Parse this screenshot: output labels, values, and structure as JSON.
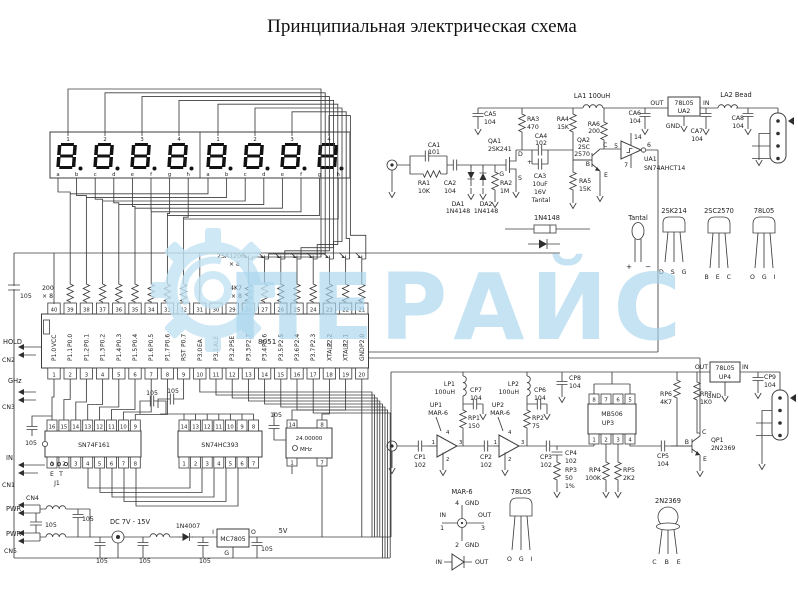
{
  "title": "Принципиальная электрическая схема",
  "watermark": {
    "text": "ПЕРАЙС",
    "color": "#a7d5ec"
  },
  "bypass": "105",
  "display": {
    "mod1_digits": [
      "1",
      "2",
      "3",
      "4"
    ],
    "mod2_digits": [
      "1",
      "2",
      "3",
      "4"
    ],
    "mod1_segs": [
      "a",
      "b",
      "c",
      "d",
      "e",
      "f",
      "g",
      "h"
    ],
    "mod2_segs": [
      "a",
      "b",
      "c",
      "d",
      "e",
      "f",
      "g",
      "h"
    ]
  },
  "driver": {
    "pnp": "2SA1206",
    "pnp_qty": "× 8",
    "rbase": "4K7",
    "rbase_qty": "× 8",
    "rseg": "200",
    "rseg_qty": "× 8"
  },
  "mcu": {
    "name": "8051",
    "top": [
      {
        "n": "40",
        "l": "VCC"
      },
      {
        "n": "39",
        "l": "P0.0"
      },
      {
        "n": "38",
        "l": "P0.1"
      },
      {
        "n": "37",
        "l": "P0.2"
      },
      {
        "n": "36",
        "l": "P0.3"
      },
      {
        "n": "35",
        "l": "P0.4"
      },
      {
        "n": "34",
        "l": "P0.5"
      },
      {
        "n": "33",
        "l": "P0.6"
      },
      {
        "n": "32",
        "l": "P0.7"
      },
      {
        "n": "31",
        "l": "EA"
      },
      {
        "n": "30",
        "l": "ALE"
      },
      {
        "n": "29",
        "l": "PSE"
      },
      {
        "n": "28",
        "l": "P2.7"
      },
      {
        "n": "27",
        "l": "P2.6"
      },
      {
        "n": "26",
        "l": "P2.5"
      },
      {
        "n": "25",
        "l": "P2.4"
      },
      {
        "n": "24",
        "l": "P2.3"
      },
      {
        "n": "23",
        "l": "P2.2"
      },
      {
        "n": "22",
        "l": "P2.1"
      },
      {
        "n": "21",
        "l": "P2.0"
      }
    ],
    "bottom": [
      {
        "n": "1",
        "l": "P1.0"
      },
      {
        "n": "2",
        "l": "P1.1"
      },
      {
        "n": "3",
        "l": "P1.2"
      },
      {
        "n": "4",
        "l": "P1.3"
      },
      {
        "n": "5",
        "l": "P1.4"
      },
      {
        "n": "6",
        "l": "P1.5"
      },
      {
        "n": "7",
        "l": "P1.6"
      },
      {
        "n": "8",
        "l": "P1.7"
      },
      {
        "n": "9",
        "l": "RST"
      },
      {
        "n": "10",
        "l": "P3.0"
      },
      {
        "n": "11",
        "l": "P3.1"
      },
      {
        "n": "12",
        "l": "P3.2"
      },
      {
        "n": "13",
        "l": "P3.3"
      },
      {
        "n": "14",
        "l": "P3.4"
      },
      {
        "n": "15",
        "l": "P3.5"
      },
      {
        "n": "16",
        "l": "P3.6"
      },
      {
        "n": "17",
        "l": "P3.7"
      },
      {
        "n": "18",
        "l": "XTAL2"
      },
      {
        "n": "19",
        "l": "XTAL1"
      },
      {
        "n": "20",
        "l": "GND"
      }
    ]
  },
  "conn": {
    "hold": "HOLD",
    "cn2": "CN2",
    "ghz": "GHz",
    "cn3": "CN3",
    "sig_in": "IN",
    "cn1": "CN1",
    "pwr_a": "PWR",
    "cn4": "CN4",
    "pwr_b": "PWR",
    "cn5": "CN5"
  },
  "ics": {
    "f161": {
      "name": "SN74F161",
      "top": [
        "16",
        "15",
        "14",
        "13",
        "12",
        "11",
        "10",
        "9"
      ],
      "bot": [
        "1",
        "2",
        "3",
        "4",
        "5",
        "6",
        "7",
        "8"
      ]
    },
    "hc393": {
      "name": "SN74HC393",
      "top": [
        "14",
        "13",
        "12",
        "11",
        "10",
        "9",
        "8"
      ],
      "bot": [
        "1",
        "2",
        "3",
        "4",
        "5",
        "6",
        "7"
      ]
    },
    "xtal": {
      "freq": "24.00000",
      "unit": "MHz",
      "tl": "14",
      "tr": "8",
      "bl": "1",
      "br": "7"
    },
    "jumper": {
      "e": "E",
      "t": "T",
      "name": "J1"
    }
  },
  "power": {
    "range": "DC 7V - 15V",
    "diode": "1N4007",
    "reg": "MC7805",
    "pin_in": "I",
    "pin_out": "O",
    "pin_gnd": "G",
    "rail": "5V"
  },
  "secA": {
    "ca1": {
      "r": "CA1",
      "v": "101"
    },
    "ra1": {
      "r": "RA1",
      "v": "10K"
    },
    "ca2": {
      "r": "CA2",
      "v": "104"
    },
    "da1": {
      "r": "DA1",
      "v": "1N4148"
    },
    "da2": {
      "r": "DA2",
      "v": "1N4148"
    },
    "ra2": {
      "r": "RA2",
      "v": "1M"
    },
    "qa1": {
      "r": "QA1",
      "v": "2SK241"
    },
    "d": "D",
    "g": "G",
    "s": "S",
    "ca5": {
      "r": "CA5",
      "v": "104"
    },
    "ra3": {
      "r": "RA3",
      "v": "470"
    },
    "ca4": {
      "r": "CA4",
      "v": "102"
    },
    "ca3": {
      "r": "CA3",
      "v": "10uF",
      "v2": "16V",
      "v3": "Tantal"
    },
    "plus": "+",
    "ra4": {
      "r": "RA4",
      "v": "15K"
    },
    "ra5": {
      "r": "RA5",
      "v": "15K"
    },
    "la1": "LA1 100uH",
    "ra6": {
      "r": "RA6",
      "v": "200"
    },
    "qa2": {
      "r": "QA2",
      "v": "2SC",
      "v2": "2570"
    },
    "c": "C",
    "b": "B",
    "e": "E",
    "ua1": {
      "r": "UA1",
      "v": "SN74AHCT14",
      "p_in": "5",
      "p_out": "6",
      "p_vcc": "14",
      "p_gnd": "7"
    },
    "out": "OUT",
    "ua2": {
      "name": "78L05",
      "r": "UA2",
      "in": "IN",
      "gnd": "GND"
    },
    "ca6": {
      "r": "CA6",
      "v": "104"
    },
    "ca7": {
      "r": "CA7",
      "v": "104"
    },
    "la2": "LA2 Bead",
    "ca8": {
      "r": "CA8",
      "v": "104"
    }
  },
  "info": {
    "diode": "1N4148",
    "tant": "Tantal",
    "plus": "+",
    "minus": "−",
    "fet": {
      "name": "2SK214",
      "pins": "D S G"
    },
    "bjt": {
      "name": "2SC2570",
      "pins": "B E C"
    },
    "reg": {
      "name": "78L05",
      "pins": "O G I"
    }
  },
  "secB": {
    "lp1": {
      "r": "LP1",
      "v": "100uH"
    },
    "cp7": {
      "r": "CP7",
      "v": "104"
    },
    "up1": {
      "r": "UP1",
      "v": "MAR-6"
    },
    "rp1": {
      "r": "RP1",
      "v": "150"
    },
    "cp1": {
      "r": "CP1",
      "v": "102"
    },
    "cp2": {
      "r": "CP2",
      "v": "102"
    },
    "up2": {
      "r": "UP2",
      "v": "MAR-6"
    },
    "lp2": {
      "r": "LP2",
      "v": "100uH"
    },
    "cp6": {
      "r": "CP6",
      "v": "104"
    },
    "rp2": {
      "r": "RP2",
      "v": "75"
    },
    "cp3": {
      "r": "CP3",
      "v": "102"
    },
    "cp4": {
      "r": "CP4",
      "v": "102"
    },
    "cp8": {
      "r": "CP8",
      "v": "104"
    },
    "up3": {
      "name": "MB506",
      "r": "UP3",
      "top": [
        "8",
        "7",
        "6",
        "5"
      ],
      "bot": [
        "1",
        "2",
        "3",
        "4"
      ]
    },
    "rp3": {
      "r": "RP3",
      "v": "50",
      "v2": "1%"
    },
    "rp4": {
      "r": "RP4",
      "v": "100K"
    },
    "rp5": {
      "r": "RP5",
      "v": "2K2"
    },
    "cp5": {
      "r": "CP5",
      "v": "104"
    },
    "rp6": {
      "r": "RP6",
      "v": "4K7"
    },
    "rp7": {
      "r": "RP7",
      "v": "1K0"
    },
    "qp1": {
      "r": "QP1",
      "v": "2N2369"
    },
    "b": "B",
    "c": "C",
    "e": "E",
    "amp": {
      "p1": "1",
      "p2": "2",
      "p3": "3",
      "p4": "4"
    },
    "out": "OUT",
    "up4": {
      "name": "78L05",
      "r": "UP4",
      "in": "IN",
      "gnd": "GND"
    },
    "cp9": {
      "r": "CP9",
      "v": "104"
    }
  },
  "pkgB": {
    "mar6": {
      "name": "MAR-6",
      "n4": "4",
      "gnd4": "GND",
      "in": "IN",
      "n1": "1",
      "out": "OUT",
      "n3": "3",
      "n2": "2",
      "gnd2": "GND",
      "sym_in": "IN",
      "sym_out": "OUT"
    },
    "reg": {
      "name": "78L05",
      "pins": "O G I"
    },
    "bjt": {
      "name": "2N2369",
      "pins": "C B E"
    }
  }
}
